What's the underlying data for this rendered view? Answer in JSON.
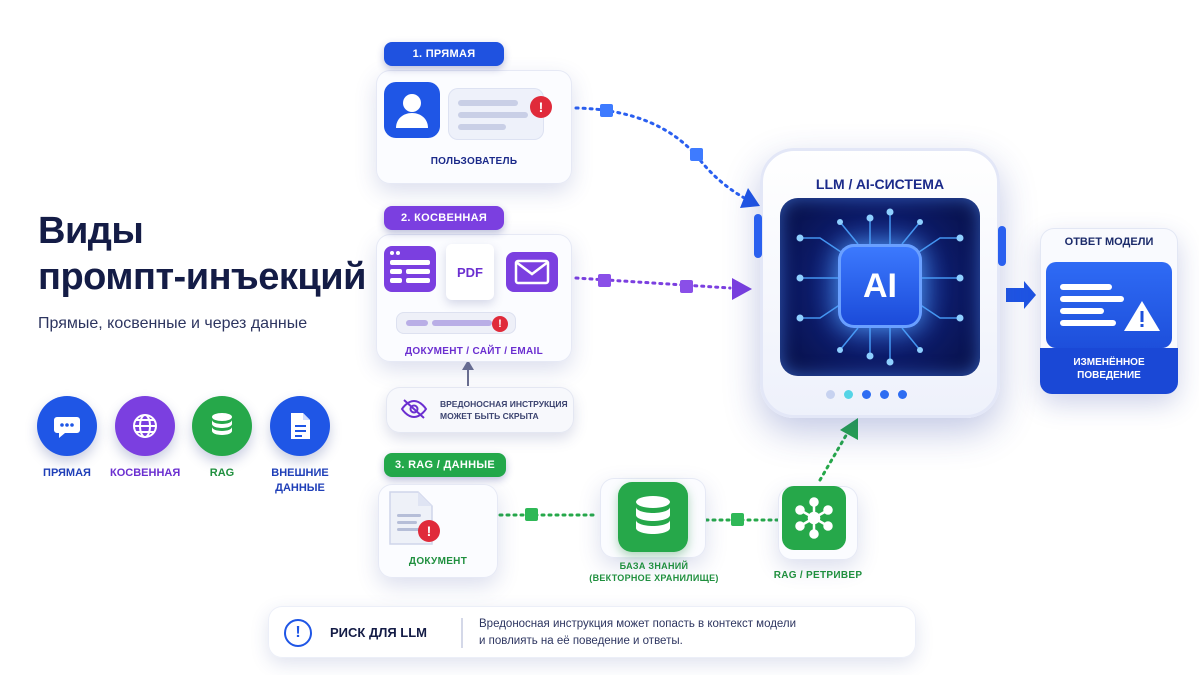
{
  "heading": {
    "line1": "Виды",
    "line2": "промпт-инъекций",
    "subtitle": "Прямые, косвенные и через данные"
  },
  "legend": [
    {
      "label": "ПРЯМАЯ",
      "color": "#1f56e6"
    },
    {
      "label": "КОСВЕННАЯ",
      "color": "#7b3fe0"
    },
    {
      "label": "RAG",
      "color": "#26a84a"
    },
    {
      "label": "ВНЕШНИЕ ДАННЫЕ",
      "color": "#1f56e6"
    }
  ],
  "direct": {
    "tag": "1. ПРЯМАЯ",
    "caption": "ПОЛЬЗОВАТЕЛЬ"
  },
  "indirect": {
    "tag": "2. КОСВЕННАЯ",
    "pdf_label": "PDF",
    "caption": "ДОКУМЕНТ / САЙТ / EMAIL"
  },
  "hidden": {
    "line1": "ВРЕДОНОСНАЯ ИНСТРУКЦИЯ",
    "line2": "МОЖЕТ БЫТЬ СКРЫТА"
  },
  "rag": {
    "tag": "3. RAG / ДАННЫЕ",
    "document_caption": "ДОКУМЕНТ",
    "kb_caption_1": "БАЗА ЗНАНИЙ",
    "kb_caption_2": "(ВЕКТОРНОЕ ХРАНИЛИЩЕ)",
    "retriever_caption": "RAG / РЕТРИВЕР"
  },
  "ai_system": {
    "title": "LLM / AI-СИСТЕМА",
    "chip": "AI"
  },
  "output": {
    "title": "ОТВЕТ МОДЕЛИ",
    "base_line1": "ИЗМЕНЁННОЕ",
    "base_line2": "ПОВЕДЕНИЕ"
  },
  "risk": {
    "label": "РИСК ДЛЯ LLM",
    "line1": "Вредоносная инструкция может попасть в контекст модели",
    "line2": "и повлиять на её поведение и ответы."
  },
  "colors": {
    "blue": "#1f56e6",
    "purple": "#7b3fe0",
    "green": "#26a84a",
    "alert": "#e02a3a",
    "navy": "#141c46"
  }
}
